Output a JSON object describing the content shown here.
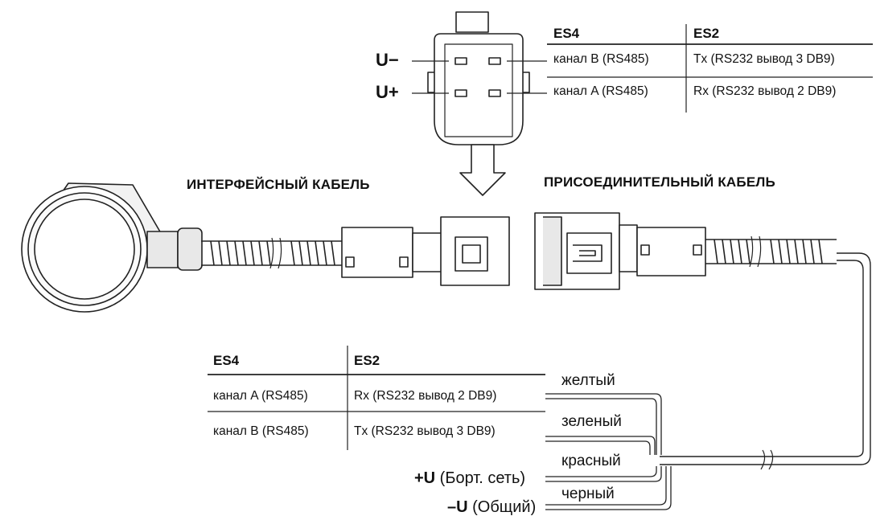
{
  "top_connector": {
    "pin_minus": "U−",
    "pin_plus": "U+"
  },
  "top_table": {
    "headers": [
      "ES4",
      "ES2"
    ],
    "rows": [
      [
        "канал B (RS485)",
        "Tx (RS232 вывод 3 DB9)"
      ],
      [
        "канал A (RS485)",
        "Rx (RS232 вывод 2 DB9)"
      ]
    ]
  },
  "captions": {
    "interface_cable": "ИНТЕРФЕЙСНЫЙ КАБЕЛЬ",
    "connecting_cable": "ПРИСОЕДИНИТЕЛЬНЫЙ КАБЕЛЬ"
  },
  "bottom_table": {
    "headers": [
      "ES4",
      "ES2"
    ],
    "rows": [
      [
        "канал A (RS485)",
        "Rx (RS232 вывод 2 DB9)"
      ],
      [
        "канал B (RS485)",
        "Tx (RS232 вывод 3 DB9)"
      ]
    ]
  },
  "wires": [
    "желтый",
    "зеленый",
    "красный",
    "черный"
  ],
  "power": {
    "plus_sign": "+U",
    "plus_text": " (Борт. сеть)",
    "minus_sign": "–U",
    "minus_text": " (Общий)"
  }
}
